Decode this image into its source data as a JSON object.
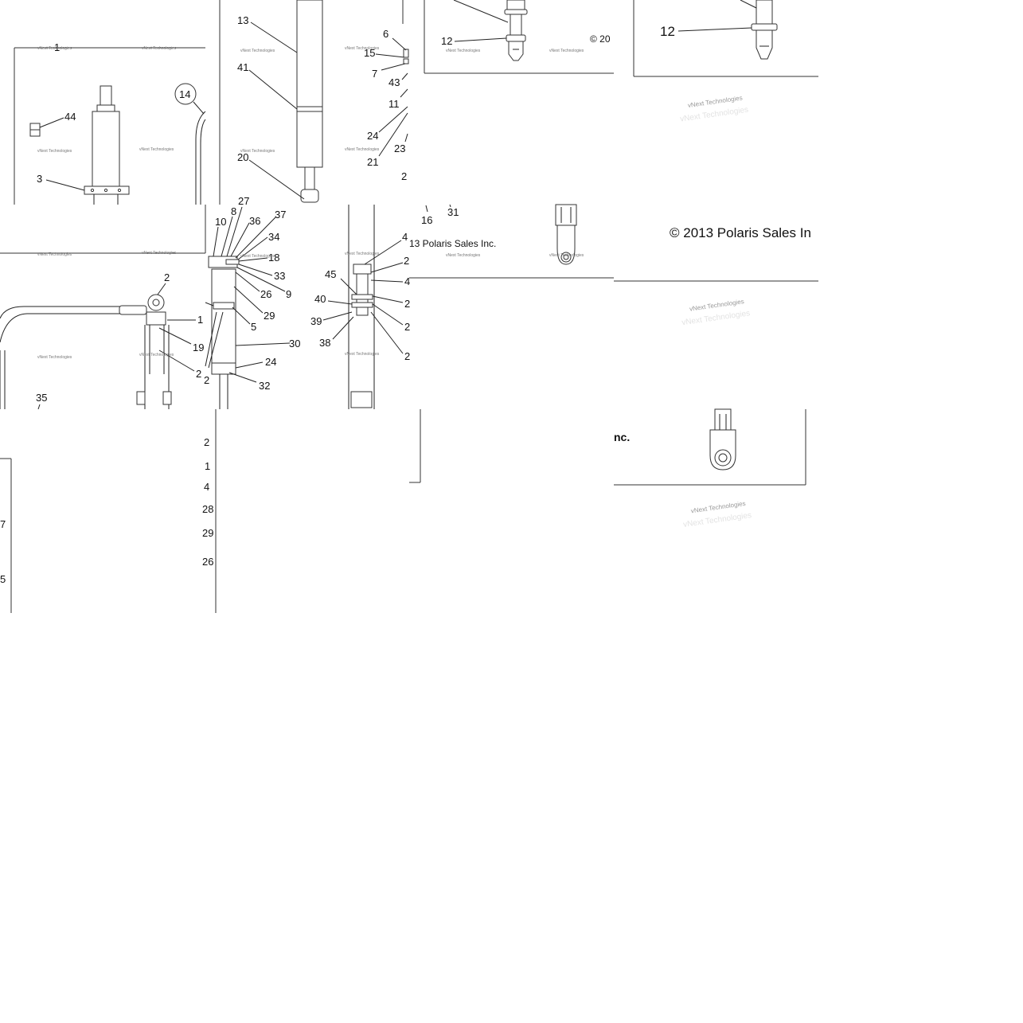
{
  "labels": {
    "t0_1": "1",
    "t0_44": "44",
    "t0_3": "3",
    "t0_14": "14",
    "t1_13": "13",
    "t1_41": "41",
    "t1_20": "20",
    "t1_6": "6",
    "t1_15": "15",
    "t1_7": "7",
    "t1_43": "43",
    "t1_11": "11",
    "t1_24": "24",
    "t1_23": "23",
    "t1_21": "21",
    "t1_22": "2",
    "t2_12": "12",
    "t3_12": "12",
    "t4_2": "2",
    "t4_1": "1",
    "t4_19": "19",
    "t4_25": "2",
    "t4_35": "35",
    "t5_10": "10",
    "t5_8": "8",
    "t5_27": "27",
    "t5_36": "36",
    "t5_37": "37",
    "t5_34": "34",
    "t5_18": "18",
    "t5_33": "33",
    "t5_9": "9",
    "t5_26": "26",
    "t5_29": "29",
    "t5_5": "5",
    "t5_30": "30",
    "t5_24": "24",
    "t5_32": "32",
    "t5_2": "2",
    "t6_42": "4",
    "t6_45": "45",
    "t6_40": "40",
    "t6_39": "39",
    "t6_38": "38",
    "t6_r1": "2",
    "t6_r2": "4",
    "t6_r3": "2",
    "t6_r4": "2",
    "t6_r5": "2",
    "t7_16": "16",
    "t7_31": "31",
    "t8_2": "2",
    "t8_1": "1",
    "t8_4": "4",
    "t8_28": "28",
    "t8_29": "29",
    "t8_26": "26",
    "t9_7": "7",
    "t9_5": "5"
  },
  "copyright": {
    "tile2": "© 20",
    "tile7": "13 Polaris Sales Inc.",
    "tile8": "© 2013 Polaris Sales In",
    "tile10": "nc."
  },
  "watermark": {
    "small": "vNext Technologies",
    "stamp": "vNext Technologies"
  }
}
